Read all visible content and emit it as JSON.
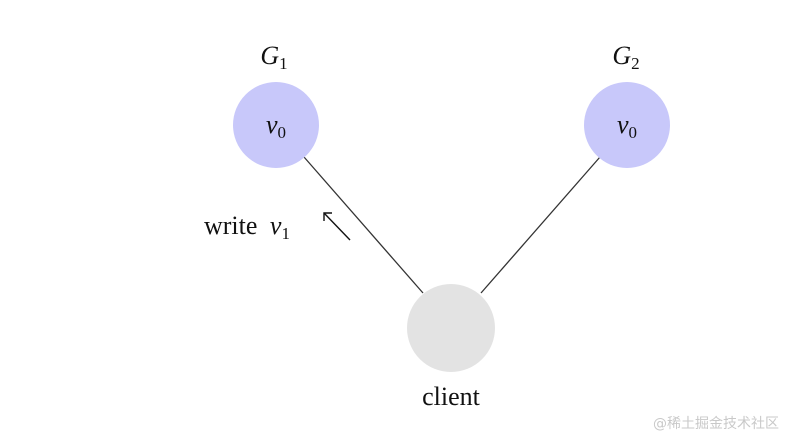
{
  "diagram": {
    "groups": [
      {
        "letter": "G",
        "sub": "1",
        "node_letter": "v",
        "node_sub": "0"
      },
      {
        "letter": "G",
        "sub": "2",
        "node_letter": "v",
        "node_sub": "0"
      }
    ],
    "client": {
      "label": "client"
    },
    "write_annotation": {
      "word": "write",
      "var_letter": "v",
      "var_sub": "1"
    },
    "colors": {
      "group_node": "#c8c8fa",
      "client_node": "#e3e3e3",
      "edge": "#333333"
    }
  },
  "watermark": "@稀土掘金技术社区"
}
